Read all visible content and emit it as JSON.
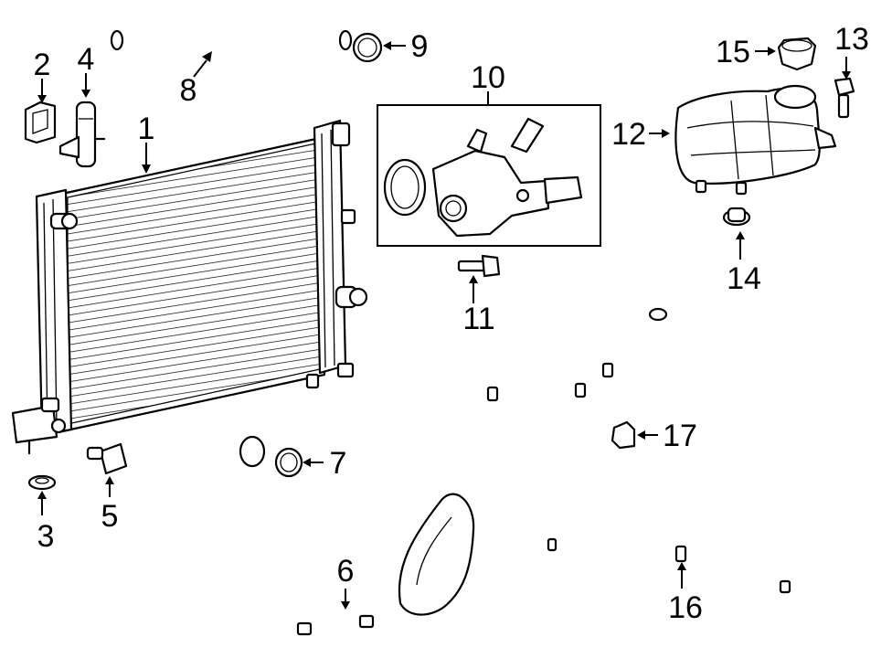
{
  "callouts": [
    {
      "id": "radiator",
      "label": "1"
    },
    {
      "id": "bracket-upper",
      "label": "2"
    },
    {
      "id": "drain-plug-fitting",
      "label": "4"
    },
    {
      "id": "isolator-lower",
      "label": "3"
    },
    {
      "id": "fan-connector",
      "label": "5"
    },
    {
      "id": "lower-hose",
      "label": "6"
    },
    {
      "id": "lower-hose-seal",
      "label": "7"
    },
    {
      "id": "upper-hose",
      "label": "8"
    },
    {
      "id": "upper-hose-seal",
      "label": "9"
    },
    {
      "id": "thermostat-housing",
      "label": "10"
    },
    {
      "id": "housing-bolt",
      "label": "11"
    },
    {
      "id": "reservoir",
      "label": "12"
    },
    {
      "id": "reservoir-bolt",
      "label": "13"
    },
    {
      "id": "reservoir-grommet",
      "label": "14"
    },
    {
      "id": "reservoir-cap",
      "label": "15"
    },
    {
      "id": "heater-hose",
      "label": "16"
    },
    {
      "id": "hose-cap",
      "label": "17"
    }
  ]
}
